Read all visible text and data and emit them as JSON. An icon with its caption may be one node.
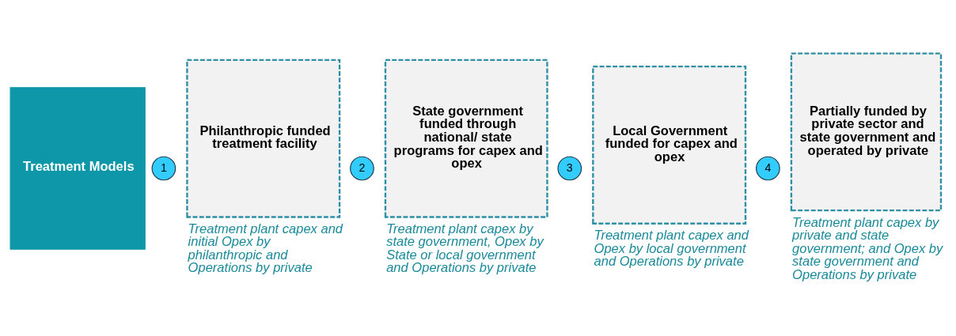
{
  "diagram": {
    "nodes": [
      {
        "text": [
          "Treatment Models"
        ]
      },
      {
        "text": [
          "1"
        ]
      },
      {
        "text": [
          "Philanthropic funded treatment facility"
        ],
        "beside": [
          "Treatment plant capex and initial Opex by philanthropic and Operations by private"
        ]
      },
      {
        "text": [
          "2"
        ]
      },
      {
        "text": [
          "State government funded through national/ state programs for capex and opex"
        ],
        "beside": [
          "Treatment plant capex by state government, Opex by State or local government and Operations by private"
        ]
      },
      {
        "text": [
          "3"
        ]
      },
      {
        "text": [
          "Local Government funded for capex and opex"
        ],
        "beside": [
          "Treatment plant capex and Opex by local government and Operations by private"
        ]
      },
      {
        "text": [
          "4"
        ]
      },
      {
        "text": [
          "Partially funded by private sector and state government and operated by private"
        ],
        "beside": [
          "Treatment plant capex by private and state government; and Opex by state government and Operations by private"
        ]
      }
    ],
    "edges": []
  }
}
